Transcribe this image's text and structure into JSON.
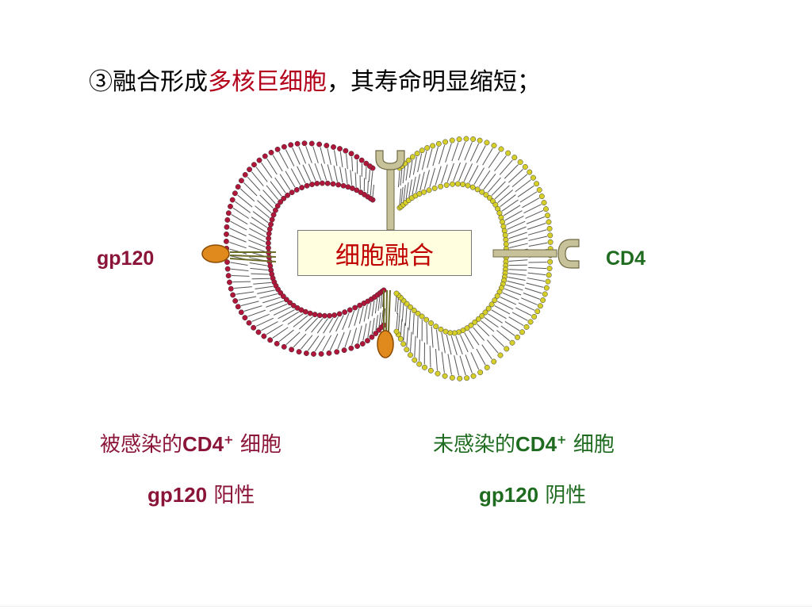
{
  "title": {
    "prefix": "③融合形成",
    "highlight": "多核巨细胞",
    "suffix": "，其寿命明显缩短；"
  },
  "labels": {
    "gp120": "gp120",
    "cd4": "CD4",
    "center": "细胞融合"
  },
  "infected": {
    "name": "被感染的",
    "marker": "CD4",
    "sup": "+",
    "cell": " 细胞",
    "status_code": "gp120",
    "status": " 阳性"
  },
  "uninfected": {
    "name": "未感染的",
    "marker": "CD4",
    "sup": "+",
    "cell": " 细胞",
    "status_code": "gp120",
    "status": " 阴性"
  },
  "colors": {
    "infected_lipid": "#b0153a",
    "uninfected_lipid": "#d6cf2a",
    "gp120_fill": "#e08a1e",
    "cd4_receptor": "#c8c29a",
    "title_highlight": "#b3001b",
    "center_text": "#c00000"
  }
}
